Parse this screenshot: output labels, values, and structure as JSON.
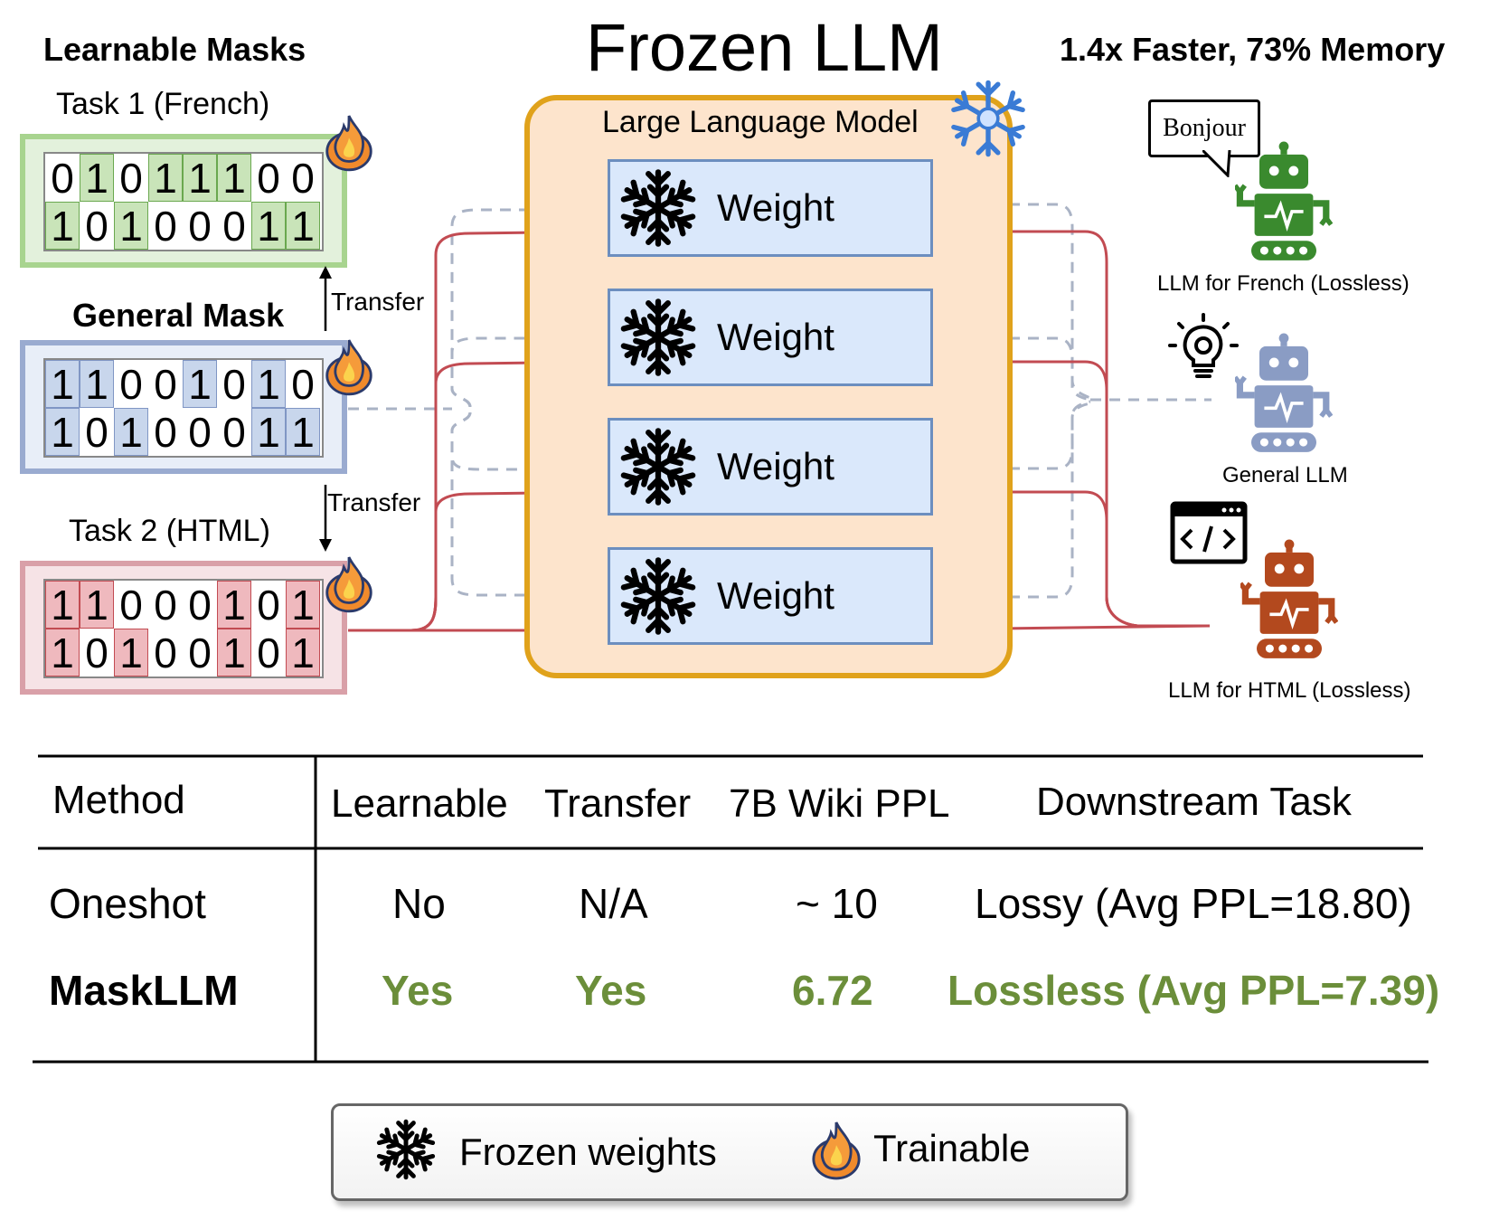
{
  "header": {
    "left_title": "Learnable Masks",
    "main_title": "Frozen LLM",
    "right_title": "1.4x Faster, 73% Memory"
  },
  "masks": {
    "task1": {
      "label": "Task 1 (French)",
      "rows": [
        [
          "0",
          "1",
          "0",
          "1",
          "1",
          "1",
          "0",
          "0"
        ],
        [
          "1",
          "0",
          "1",
          "0",
          "0",
          "0",
          "1",
          "1"
        ]
      ]
    },
    "general": {
      "label": "General Mask",
      "rows": [
        [
          "1",
          "1",
          "0",
          "0",
          "1",
          "0",
          "1",
          "0"
        ],
        [
          "1",
          "0",
          "1",
          "0",
          "0",
          "0",
          "1",
          "1"
        ]
      ]
    },
    "task2": {
      "label": "Task 2 (HTML)",
      "rows": [
        [
          "1",
          "1",
          "0",
          "0",
          "0",
          "1",
          "0",
          "1"
        ],
        [
          "1",
          "0",
          "1",
          "0",
          "0",
          "1",
          "0",
          "1"
        ]
      ]
    },
    "transfer_up": "Transfer",
    "transfer_down": "Transfer"
  },
  "llm": {
    "label": "Large Language Model",
    "weights": [
      "Weight",
      "Weight",
      "Weight",
      "Weight"
    ]
  },
  "outputs": {
    "french": {
      "caption": "LLM for French (Lossless)",
      "bubble": "Bonjour",
      "color": "#3a8a2e"
    },
    "general": {
      "caption": "General LLM",
      "color": "#8a9cc4"
    },
    "html": {
      "caption": "LLM for HTML (Lossless)",
      "color": "#b3491e"
    }
  },
  "table": {
    "headers": [
      "Method",
      "Learnable",
      "Transfer",
      "7B Wiki PPL",
      "Downstream Task"
    ],
    "rows": [
      [
        "Oneshot",
        "No",
        "N/A",
        "~ 10",
        "Lossy (Avg PPL=18.80)"
      ],
      [
        "MaskLLM",
        "Yes",
        "Yes",
        "6.72",
        "Lossless (Avg PPL=7.39)"
      ]
    ],
    "highlight_color": "#6b8e3a"
  },
  "legend": {
    "frozen": "Frozen weights",
    "trainable": "Trainable"
  }
}
